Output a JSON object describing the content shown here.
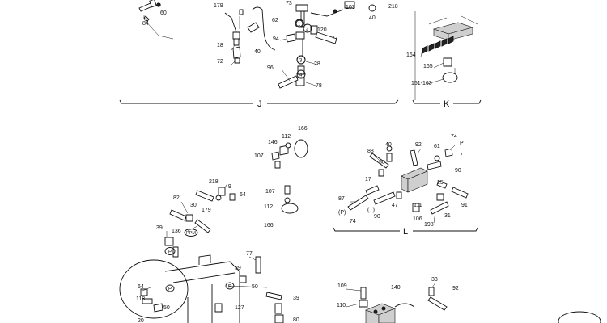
{
  "sections": {
    "j": "J",
    "k": "K",
    "l": "L"
  },
  "labels": {
    "l60": "60",
    "l84": "84",
    "l179a": "179",
    "l73": "73",
    "l62": "62",
    "l103": "103",
    "l218a": "218",
    "l40a": "40",
    "l18": "18",
    "l40b": "40",
    "l94": "94",
    "l120": "120",
    "l77a": "77",
    "l72": "72",
    "l28": "28",
    "l96": "96",
    "l78": "78",
    "l164": "164",
    "l165": "165",
    "l151_163": "151-163",
    "l166a": "166",
    "l112a": "112",
    "l146": "146",
    "l107a": "107",
    "l107b": "107",
    "l112b": "112",
    "l166b": "166",
    "l88": "88",
    "l40c": "40",
    "l92a": "92",
    "l61": "61",
    "l74a": "74",
    "lP1": "P",
    "l7": "7",
    "l50a": "50",
    "l90a": "90",
    "l17": "17",
    "l25": "25",
    "l87": "87",
    "l111": "111",
    "l47": "47",
    "l91": "91",
    "lPp": "(P)",
    "lTp": "(T)",
    "l74b": "74",
    "l90b": "90",
    "l106": "106",
    "l31": "31",
    "l198": "198",
    "l218b": "218",
    "l49": "49",
    "l64a": "64",
    "l82": "82",
    "l30": "30",
    "l179b": "179",
    "l39a": "39",
    "l136": "136",
    "lPPM": "PPM",
    "lP2": "P",
    "l77b": "77",
    "l39b": "39",
    "l64b": "64",
    "l118": "118",
    "l50b": "50",
    "lP3": "P",
    "lP4": "P",
    "l50c": "50",
    "l127": "127",
    "l39c": "39",
    "l80": "80",
    "l20": "20",
    "l109": "109",
    "l140": "140",
    "l110": "110",
    "l33": "33",
    "l92b": "92",
    "c1": "1",
    "c2": "2",
    "c3": "3",
    "c4": "4"
  }
}
